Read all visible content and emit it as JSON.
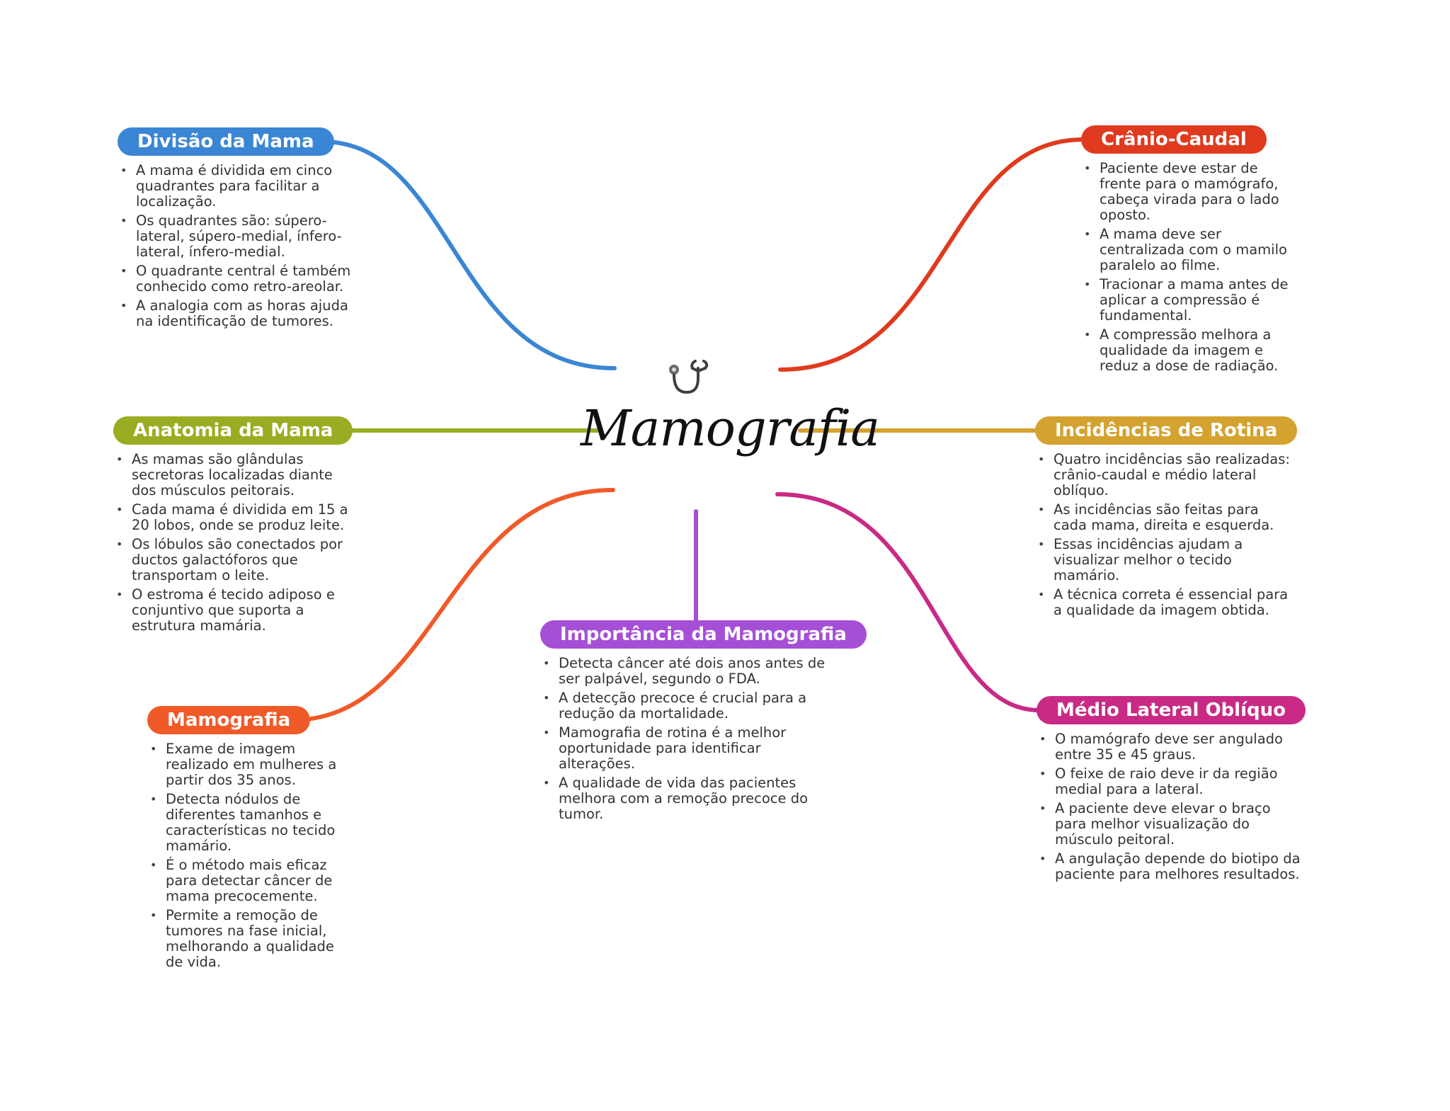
{
  "central": {
    "title": "Mamografia",
    "icon": "stethoscope-icon"
  },
  "topics": [
    {
      "id": "divisao",
      "title": "Divisão da Mama",
      "color": "#3a86d4",
      "points": [
        "A mama é dividida em cinco quadrantes para facilitar a localização.",
        "Os quadrantes são: súpero-lateral, súpero-medial, ínfero-lateral, ínfero-medial.",
        "O quadrante central é também conhecido como retro-areolar.",
        "A analogia com as horas ajuda na identificação de tumores."
      ]
    },
    {
      "id": "anatomia",
      "title": "Anatomia da Mama",
      "color": "#9aad22",
      "points": [
        "As mamas são glândulas secretoras localizadas diante dos músculos peitorais.",
        "Cada mama é dividida em 15 a 20 lobos, onde se produz leite.",
        "Os lóbulos são conectados por ductos galactóforos que transportam o leite.",
        "O estroma é tecido adiposo e conjuntivo que suporta a estrutura mamária."
      ]
    },
    {
      "id": "mamografia",
      "title": "Mamografia",
      "color": "#f05a28",
      "points": [
        "Exame de imagem realizado em mulheres a partir dos 35 anos.",
        "Detecta nódulos de diferentes tamanhos e características no tecido mamário.",
        "É o método mais eficaz para detectar câncer de mama precocemente.",
        "Permite a remoção de tumores na fase inicial, melhorando a qualidade de vida."
      ]
    },
    {
      "id": "importancia",
      "title": "Importância da Mamografia",
      "color": "#a54fd6",
      "points": [
        "Detecta câncer até dois anos antes de ser palpável, segundo o FDA.",
        "A detecção precoce é crucial para a redução da mortalidade.",
        "Mamografia de rotina é a melhor oportunidade para identificar alterações.",
        "A qualidade de vida das pacientes melhora com a remoção precoce do tumor."
      ]
    },
    {
      "id": "cranio",
      "title": "Crânio-Caudal",
      "color": "#e03a1e",
      "points": [
        "Paciente deve estar de frente para o mamógrafo, cabeça virada para o lado oposto.",
        "A mama deve ser centralizada com o mamilo paralelo ao filme.",
        "Tracionar a mama antes de aplicar a compressão é fundamental.",
        "A compressão melhora a qualidade da imagem e reduz a dose de radiação."
      ]
    },
    {
      "id": "incidencias",
      "title": "Incidências de Rotina",
      "color": "#d4a22e",
      "points": [
        "Quatro incidências são realizadas: crânio-caudal e médio lateral oblíquo.",
        "As incidências são feitas para cada mama, direita e esquerda.",
        "Essas incidências ajudam a visualizar melhor o tecido mamário.",
        "A técnica correta é essencial para a qualidade da imagem obtida."
      ]
    },
    {
      "id": "medio",
      "title": "Médio Lateral Oblíquo",
      "color": "#c92a86",
      "points": [
        "O mamógrafo deve ser angulado entre 35 e 45 graus.",
        "O feixe de raio deve ir da região medial para a lateral.",
        "A paciente deve elevar o braço para melhor visualização do músculo peitoral.",
        "A angulação depende do biotipo da paciente para melhores resultados."
      ]
    }
  ]
}
